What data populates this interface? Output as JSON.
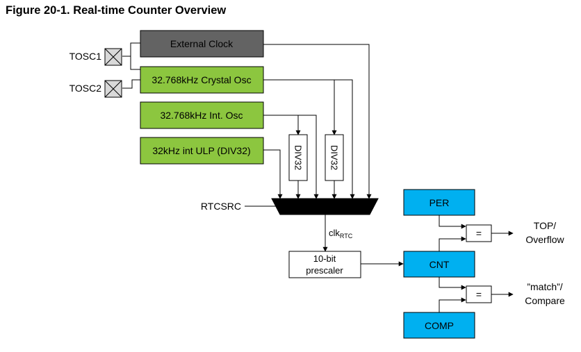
{
  "figure": {
    "title": "Figure 20-1. Real-time Counter Overview"
  },
  "pins": {
    "tosc1": "TOSC1",
    "tosc2": "TOSC2"
  },
  "sources": {
    "external_clock": "External Clock",
    "crystal_osc": "32.768kHz Crystal Osc",
    "int_osc": "32.768kHz Int. Osc",
    "ulp": "32kHz int ULP (DIV32)"
  },
  "dividers": {
    "div1": "DIV32",
    "div2": "DIV32"
  },
  "mux": {
    "select_label": "RTCSRC"
  },
  "clock": {
    "label": "clk",
    "subscript": "RTC"
  },
  "prescaler": {
    "line1": "10-bit",
    "line2": "prescaler"
  },
  "registers": {
    "per": "PER",
    "cnt": "CNT",
    "comp": "COMP"
  },
  "comparators": {
    "eq1": "=",
    "eq2": "="
  },
  "outputs": {
    "top_line1": "TOP/",
    "top_line2": "Overflow",
    "match_line1": "”match”/",
    "match_line2": "Compare"
  },
  "colors": {
    "external_clock_fill": "#636363",
    "osc_fill": "#8cc63f",
    "register_fill": "#00b0f0",
    "line": "#000000"
  }
}
